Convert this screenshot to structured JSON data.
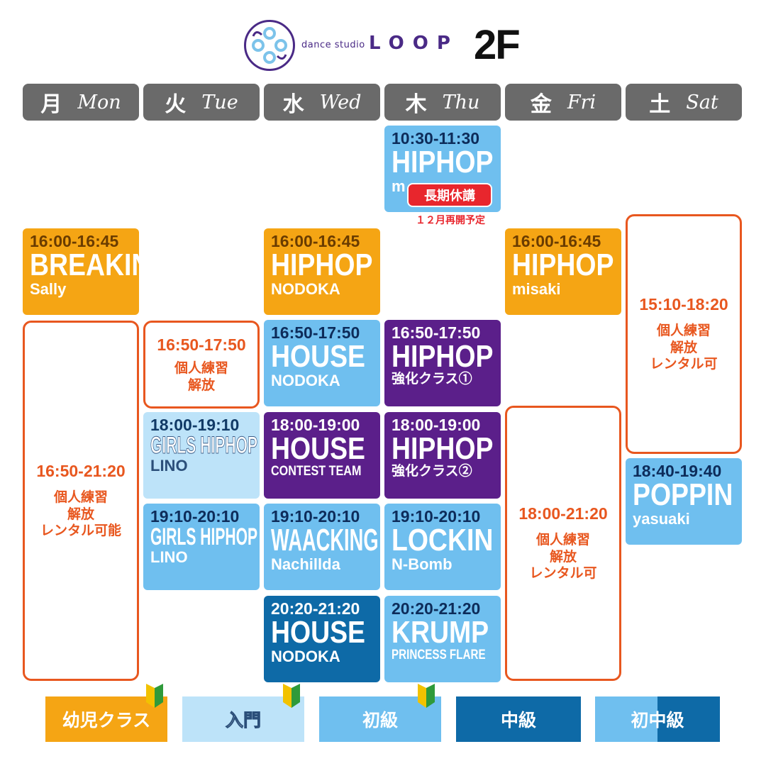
{
  "header": {
    "brand_small": "dance studio",
    "brand_big": "LOOP",
    "floor": "2F"
  },
  "days": [
    {
      "kanji": "月",
      "en": "Mon"
    },
    {
      "kanji": "火",
      "en": "Tue"
    },
    {
      "kanji": "水",
      "en": "Wed"
    },
    {
      "kanji": "木",
      "en": "Thu"
    },
    {
      "kanji": "金",
      "en": "Fri"
    },
    {
      "kanji": "土",
      "en": "Sat"
    }
  ],
  "classes": {
    "thu_1030": {
      "time": "10:30-11:30",
      "name": "HIPHOP",
      "instructor": "m"
    },
    "mon_1600": {
      "time": "16:00-16:45",
      "name": "BREAKIN'",
      "instructor": "Sally"
    },
    "wed_1600": {
      "time": "16:00-16:45",
      "name": "HIPHOP",
      "instructor": "NODOKA"
    },
    "fri_1600": {
      "time": "16:00-16:45",
      "name": "HIPHOP",
      "instructor": "misaki"
    },
    "wed_1650": {
      "time": "16:50-17:50",
      "name": "HOUSE",
      "instructor": "NODOKA"
    },
    "thu_1650": {
      "time": "16:50-17:50",
      "name": "HIPHOP",
      "instructor": "強化クラス①"
    },
    "tue_1800": {
      "time": "18:00-19:10",
      "name": "GIRLS HIPHOP",
      "instructor": "LINO"
    },
    "wed_1800": {
      "time": "18:00-19:00",
      "name": "HOUSE",
      "instructor": "CONTEST TEAM"
    },
    "thu_1800": {
      "time": "18:00-19:00",
      "name": "HIPHOP",
      "instructor": "強化クラス②"
    },
    "sat_1840": {
      "time": "18:40-19:40",
      "name": "POPPIN",
      "instructor": "yasuaki"
    },
    "tue_1910": {
      "time": "19:10-20:10",
      "name": "GIRLS HIPHOP",
      "instructor": "LINO"
    },
    "wed_1910": {
      "time": "19:10-20:10",
      "name": "WAACKING",
      "instructor": "Nachillda"
    },
    "thu_1910": {
      "time": "19:10-20:10",
      "name": "LOCKIN",
      "instructor": "N-Bomb"
    },
    "wed_2020": {
      "time": "20:20-21:20",
      "name": "HOUSE",
      "instructor": "NODOKA"
    },
    "thu_2020": {
      "time": "20:20-21:20",
      "name": "KRUMP",
      "instructor": "PRINCESS FLARE"
    }
  },
  "notice": {
    "badge": "長期休講",
    "resume": "１２月再開予定"
  },
  "open_practice": {
    "mon": {
      "time": "16:50-21:20",
      "l1": "個人練習",
      "l2": "解放",
      "l3": "レンタル可能"
    },
    "tue": {
      "time": "16:50-17:50",
      "l1": "個人練習",
      "l2": "解放"
    },
    "fri": {
      "time": "18:00-21:20",
      "l1": "個人練習",
      "l2": "解放",
      "l3": "レンタル可"
    },
    "sat": {
      "time": "15:10-18:20",
      "l1": "個人練習",
      "l2": "解放",
      "l3": "レンタル可"
    }
  },
  "legend": [
    {
      "label": "幼児クラス",
      "color": "#f5a514"
    },
    {
      "label": "入門",
      "color": "#bde3f9"
    },
    {
      "label": "初級",
      "color": "#6fbfef"
    },
    {
      "label": "中級",
      "color": "#0e6aa7"
    },
    {
      "label": "初中級",
      "color": "#6fbfef"
    }
  ],
  "colors": {
    "accent_orange": "#e8571f",
    "tab_gray": "#6a6a6a",
    "purple": "#5b1f8a",
    "brand": "#4a2a86"
  }
}
